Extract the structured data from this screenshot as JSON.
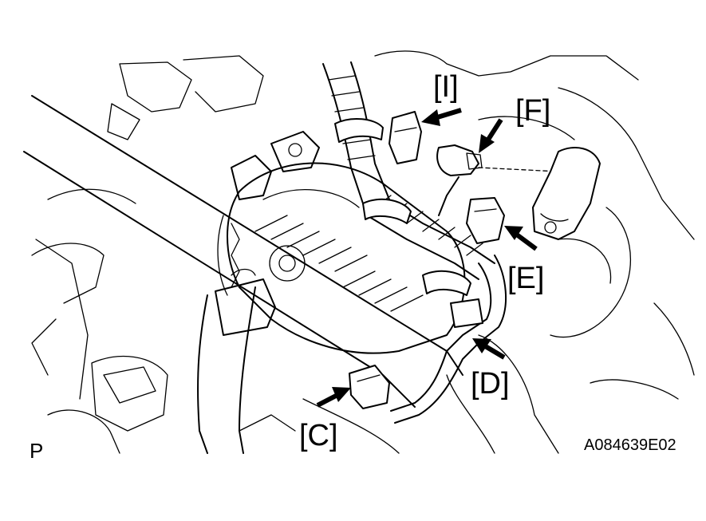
{
  "callouts": {
    "i": "[I]",
    "f": "[F]",
    "e": "[E]",
    "d": "[D]",
    "c": "[C]"
  },
  "corner_letter": "P",
  "figure_id": "A084639E02",
  "colors": {
    "line": "#000000",
    "background": "#ffffff"
  }
}
